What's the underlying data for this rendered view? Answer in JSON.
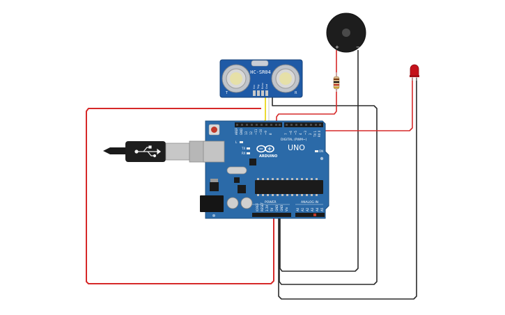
{
  "sensor": {
    "model": "HC-SR04",
    "pin_vcc": "Vcc",
    "pin_trig": "Trig",
    "pin_echo": "Echo",
    "pin_gnd": "Gnd",
    "mark_left": "T",
    "mark_right": "R"
  },
  "buzzer": {
    "plus": "+",
    "minus": "−"
  },
  "arduino": {
    "uno": "UNO",
    "brand": "ARDUINO",
    "digital": "DIGITAL (PWM~)",
    "power": "POWER",
    "analog": "ANALOG IN",
    "aref": "AREF",
    "gnd": "GND",
    "tx": "TX",
    "rx": "RX",
    "led_l": "L",
    "on": "ON",
    "ioref": "IOREF",
    "reset": "RESET",
    "v33": "3.3V",
    "v5": "5V",
    "gnd2": "GND",
    "vin": "Vin",
    "a0": "A0",
    "a1": "A1",
    "a2": "A2",
    "a3": "A3",
    "a4": "A4",
    "a5": "A5",
    "d13": "13",
    "d12": "12",
    "d11": "~11",
    "d10": "~10",
    "d9": "~9",
    "d8": "8",
    "d7": "7",
    "d6": "~6",
    "d5": "~5",
    "d4": "4",
    "d3": "~3",
    "d2": "2",
    "d1": "TX 1",
    "d0": "RX 0"
  },
  "colors": {
    "board": "#2b6aa8",
    "wire_red": "#d62828",
    "wire_black": "#2a2a2a",
    "wire_yellow": "#e8d200",
    "wire_white": "#e6e6e6"
  }
}
